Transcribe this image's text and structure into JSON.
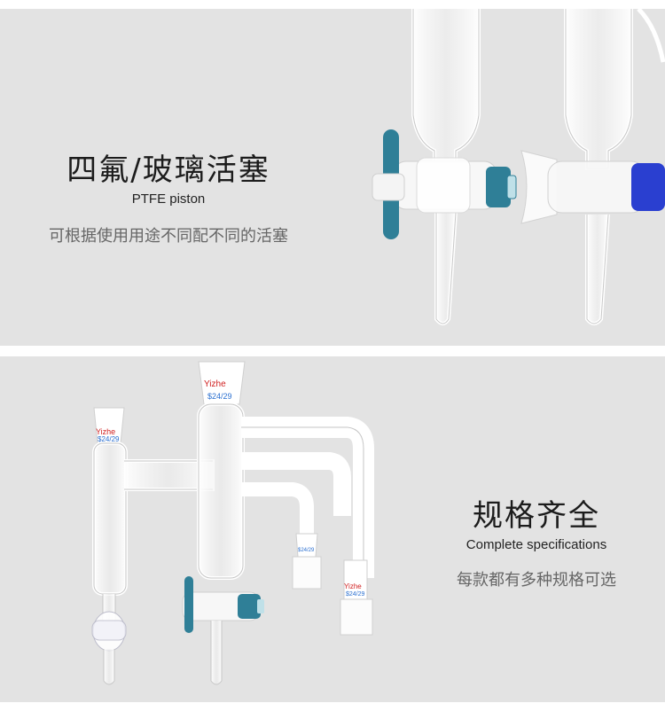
{
  "top_panel": {
    "title": "四氟/玻璃活塞",
    "subtitle": "PTFE piston",
    "description": "可根据使用用途不同配不同的活塞"
  },
  "bottom_panel": {
    "title": "规格齐全",
    "subtitle": "Complete specifications",
    "description": "每款都有多种规格可选",
    "joint_labels": {
      "left_brand": "Yizhe",
      "left_size": "$24/29",
      "right_brand": "Yizhe",
      "right_size": "$24/29",
      "side_brand": "Yizhe",
      "side_size": "$24/29",
      "small_size": "$24/29"
    }
  },
  "colors": {
    "background": "#e3e3e3",
    "ptfe_handle": "#2f7f97",
    "blue_cap": "#2a3fd0",
    "brand_red": "#d02020",
    "label_blue": "#2a6fd0"
  }
}
